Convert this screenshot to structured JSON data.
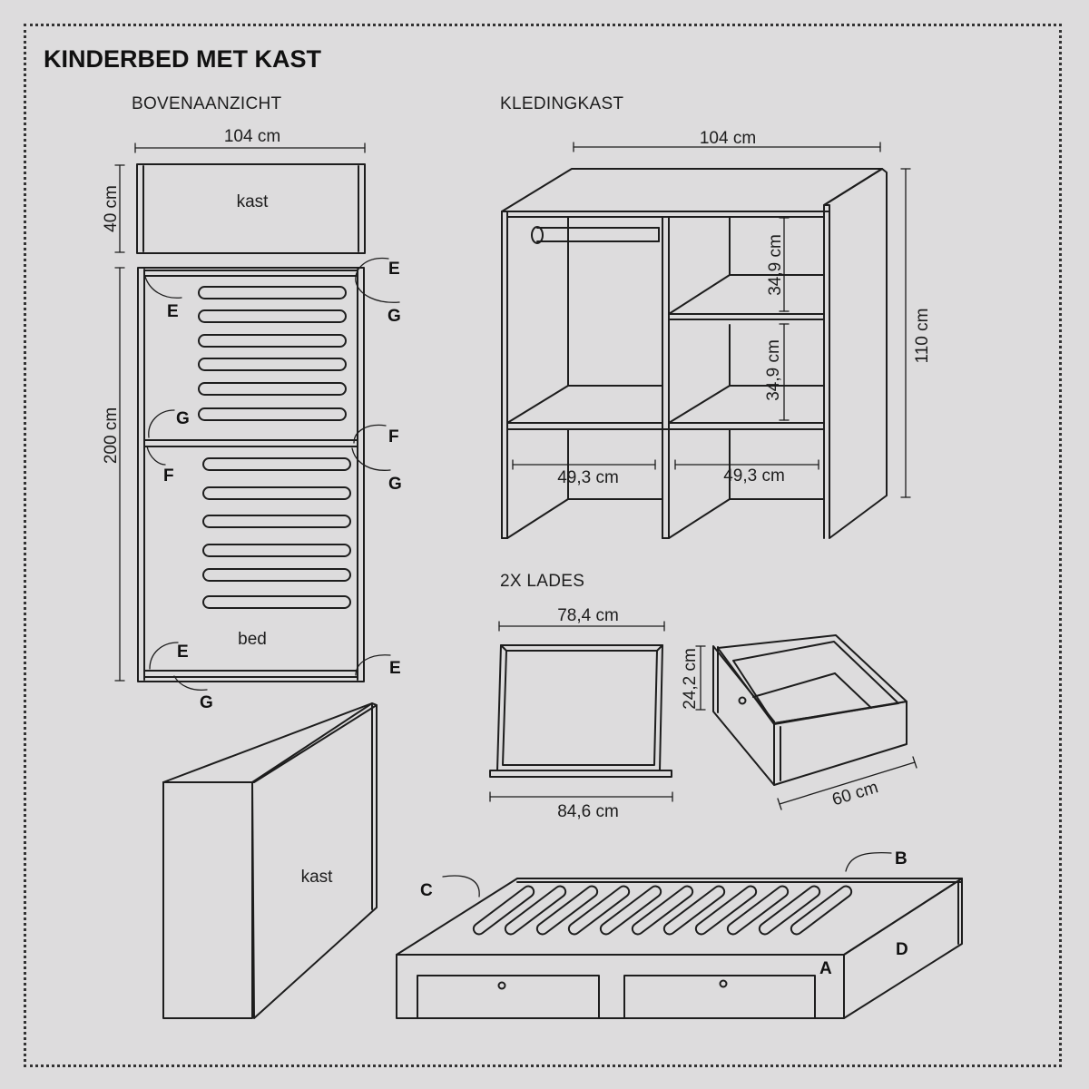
{
  "title": "KINDERBED MET KAST",
  "top_view": {
    "heading": "BOVENAANZICHT",
    "width": "104 cm",
    "cabinet_depth": "40 cm",
    "bed_length": "200 cm",
    "cabinet_label": "kast",
    "bed_label": "bed"
  },
  "wardrobe": {
    "heading": "KLEDINGKAST",
    "width": "104 cm",
    "height": "110 cm",
    "shelf_height_upper": "34,9 cm",
    "shelf_height_lower": "34,9 cm",
    "compartment_left": "49,3 cm",
    "compartment_right": "49,3 cm"
  },
  "drawers": {
    "heading": "2X LADES",
    "inner_width": "78,4 cm",
    "front_width": "84,6 cm",
    "height": "24,2 cm",
    "depth": "60 cm"
  },
  "cabinet_3d": {
    "label": "kast"
  },
  "parts": {
    "A": "A",
    "B": "B",
    "C": "C",
    "D": "D",
    "E": "E",
    "F": "F",
    "G": "G"
  }
}
